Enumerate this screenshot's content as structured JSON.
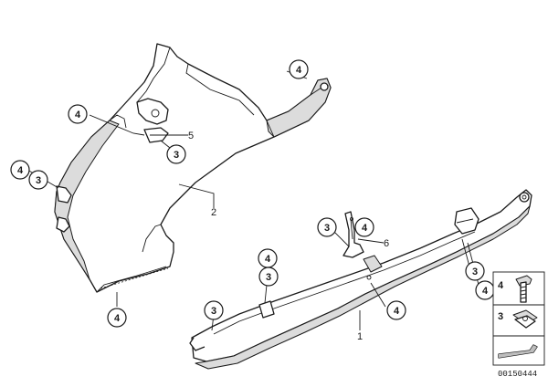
{
  "part_numbers": {
    "one": "1",
    "two": "2",
    "five": "5",
    "six": "6"
  },
  "callouts": {
    "c4_top_right": "4",
    "c4_upper_left": "4",
    "c3_upper_mid": "3",
    "c4_far_left": "4",
    "c3_far_left": "3",
    "c4_bottom_left": "4",
    "c3_lower_mid": "3",
    "c4_lower_mid": "4",
    "c4_mid_upper": "4",
    "c3_mid_upper": "3",
    "c3_bottom_left": "3",
    "c4_lower_right_mid": "4",
    "c3_right": "3",
    "c4_right": "4"
  },
  "legend": {
    "items": [
      {
        "number": "4",
        "icon": "screw-icon"
      },
      {
        "number": "3",
        "icon": "clip-nut-icon"
      },
      {
        "number": "",
        "icon": "trim-profile-icon"
      }
    ]
  },
  "diagram_id": "00150444"
}
